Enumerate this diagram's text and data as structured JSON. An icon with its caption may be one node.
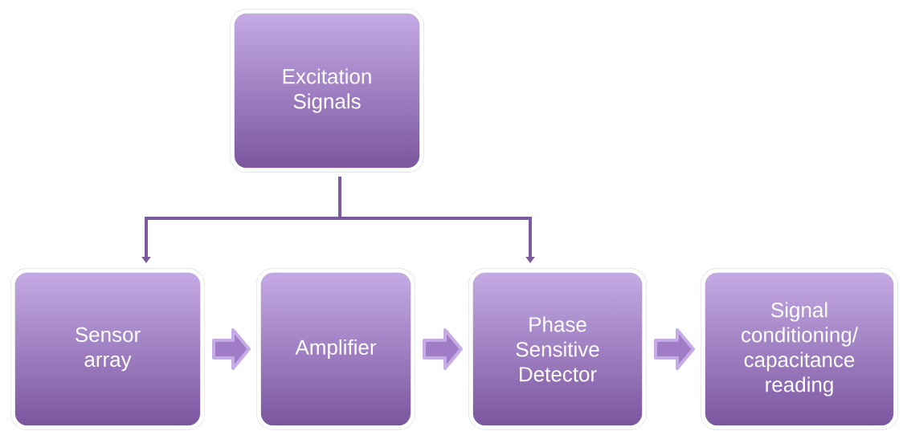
{
  "diagram": {
    "nodes": [
      {
        "text": [
          "Excitation Signals"
        ]
      },
      {
        "text": [
          "Sensor array"
        ]
      },
      {
        "text": [
          "Amplifier"
        ]
      },
      {
        "text": [
          "Phase Sensitive Detector"
        ]
      },
      {
        "text": [
          "Signal conditioning/ capacitance reading"
        ]
      }
    ],
    "edges": [
      {
        "from": 0,
        "to": 1,
        "arrow": "to"
      },
      {
        "from": 0,
        "to": 3,
        "arrow": "to"
      },
      {
        "from": 1,
        "to": 2,
        "arrow": "to",
        "style": "thick"
      },
      {
        "from": 2,
        "to": 3,
        "arrow": "to",
        "style": "thick"
      },
      {
        "from": 3,
        "to": 4,
        "arrow": "to",
        "style": "thick"
      }
    ]
  }
}
